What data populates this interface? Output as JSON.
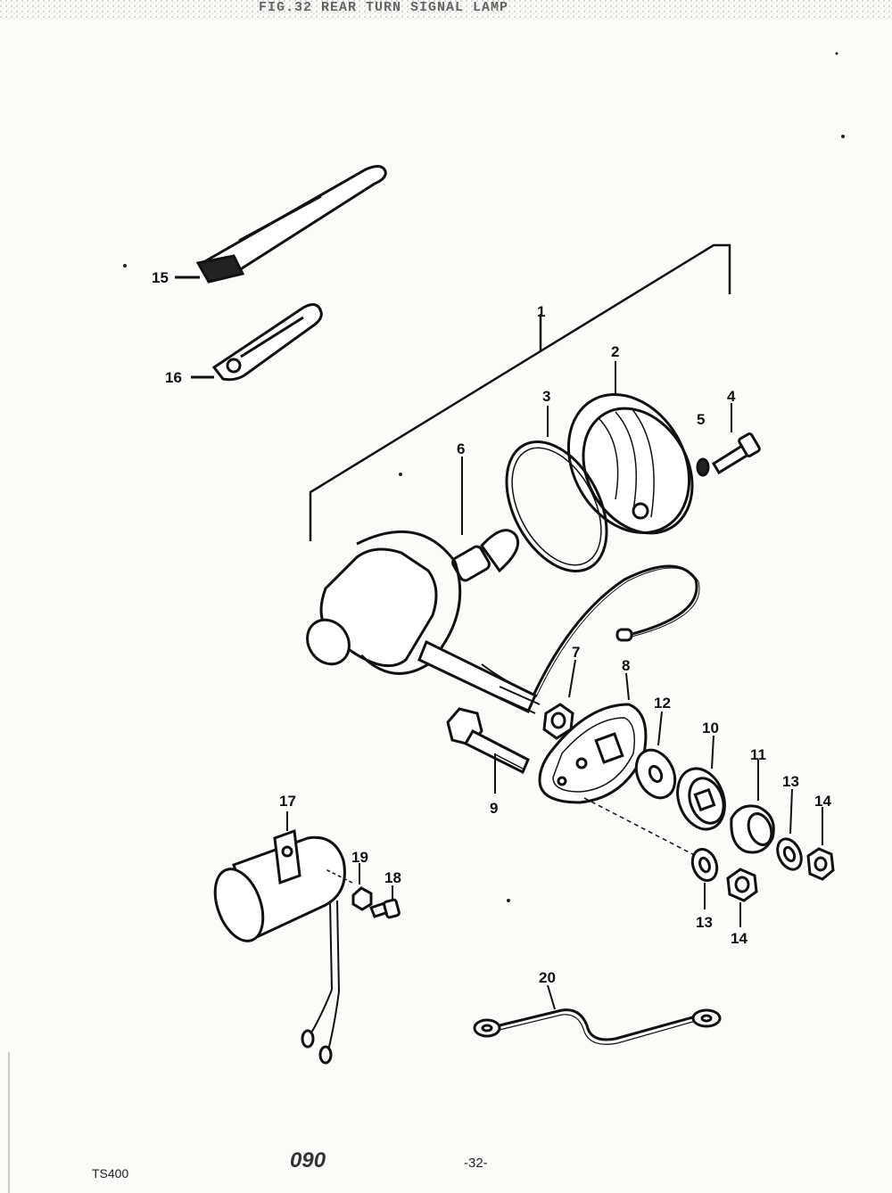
{
  "header": {
    "title": "FIG.32 REAR TURN SIGNAL LAMP"
  },
  "callouts": {
    "c1": "1",
    "c2": "2",
    "c3": "3",
    "c4": "4",
    "c5": "5",
    "c6": "6",
    "c7": "7",
    "c8": "8",
    "c9": "9",
    "c10": "10",
    "c11": "11",
    "c12": "12",
    "c13a": "13",
    "c13b": "13",
    "c14a": "14",
    "c14b": "14",
    "c15": "15",
    "c16": "16",
    "c17": "17",
    "c18": "18",
    "c19": "19",
    "c20": "20"
  },
  "footer": {
    "model": "TS400",
    "stamp": "090",
    "page_number": "-32-"
  }
}
